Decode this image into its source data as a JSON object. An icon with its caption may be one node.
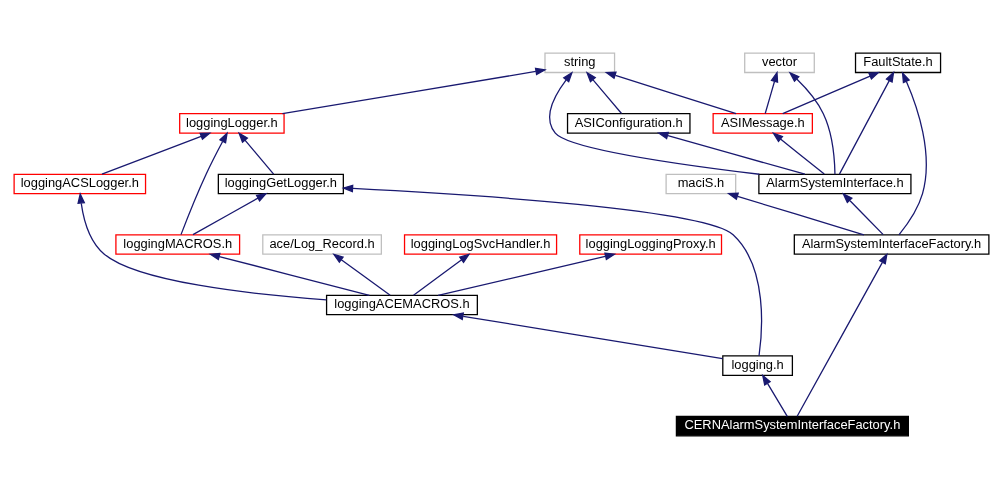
{
  "diagram": {
    "nodes": [
      {
        "text": [
          "FaultState.h"
        ]
      },
      {
        "text": [
          "vector"
        ]
      },
      {
        "text": [
          "string"
        ]
      },
      {
        "text": [
          "ASIMessage.h"
        ]
      },
      {
        "text": [
          "ASIConfiguration.h"
        ]
      },
      {
        "text": [
          "loggingLogger.h"
        ]
      },
      {
        "text": [
          "AlarmSystemInterface.h"
        ]
      },
      {
        "text": [
          "maciS.h"
        ]
      },
      {
        "text": [
          "loggingGetLogger.h"
        ]
      },
      {
        "text": [
          "loggingACSLogger.h"
        ]
      },
      {
        "text": [
          "AlarmSystemInterfaceFactory.h"
        ]
      },
      {
        "text": [
          "loggingLoggingProxy.h"
        ]
      },
      {
        "text": [
          "ace/Log_Record.h"
        ]
      },
      {
        "text": [
          "loggingMACROS.h"
        ]
      },
      {
        "text": [
          "loggingLogSvcHandler.h"
        ]
      },
      {
        "text": [
          "loggingACEMACROS.h"
        ]
      },
      {
        "text": [
          "logging.h"
        ]
      },
      {
        "text": [
          "CERNAlarmSystemInterfaceFactory.h"
        ]
      }
    ],
    "edges": [
      {
        "from": 17,
        "to": 10,
        "arrow": "to"
      },
      {
        "from": 17,
        "to": 16,
        "arrow": "to"
      },
      {
        "from": 16,
        "to": 15,
        "arrow": "to"
      },
      {
        "from": 16,
        "to": 8,
        "arrow": "to"
      },
      {
        "from": 15,
        "to": 11,
        "arrow": "to"
      },
      {
        "from": 15,
        "to": 12,
        "arrow": "to"
      },
      {
        "from": 15,
        "to": 13,
        "arrow": "to"
      },
      {
        "from": 15,
        "to": 14,
        "arrow": "to"
      },
      {
        "from": 15,
        "to": 9,
        "arrow": "to"
      },
      {
        "from": 10,
        "to": 0,
        "arrow": "to"
      },
      {
        "from": 10,
        "to": 6,
        "arrow": "to"
      },
      {
        "from": 10,
        "to": 7,
        "arrow": "to"
      },
      {
        "from": 6,
        "to": 0,
        "arrow": "to"
      },
      {
        "from": 6,
        "to": 1,
        "arrow": "to"
      },
      {
        "from": 6,
        "to": 2,
        "arrow": "to"
      },
      {
        "from": 6,
        "to": 3,
        "arrow": "to"
      },
      {
        "from": 6,
        "to": 4,
        "arrow": "to"
      },
      {
        "from": 3,
        "to": 0,
        "arrow": "to"
      },
      {
        "from": 3,
        "to": 1,
        "arrow": "to"
      },
      {
        "from": 3,
        "to": 2,
        "arrow": "to"
      },
      {
        "from": 4,
        "to": 2,
        "arrow": "to"
      },
      {
        "from": 8,
        "to": 5,
        "arrow": "to"
      },
      {
        "from": 13,
        "to": 8,
        "arrow": "to"
      },
      {
        "from": 13,
        "to": 5,
        "arrow": "to"
      },
      {
        "from": 9,
        "to": 5,
        "arrow": "to"
      },
      {
        "from": 5,
        "to": 2,
        "arrow": "to"
      }
    ]
  }
}
